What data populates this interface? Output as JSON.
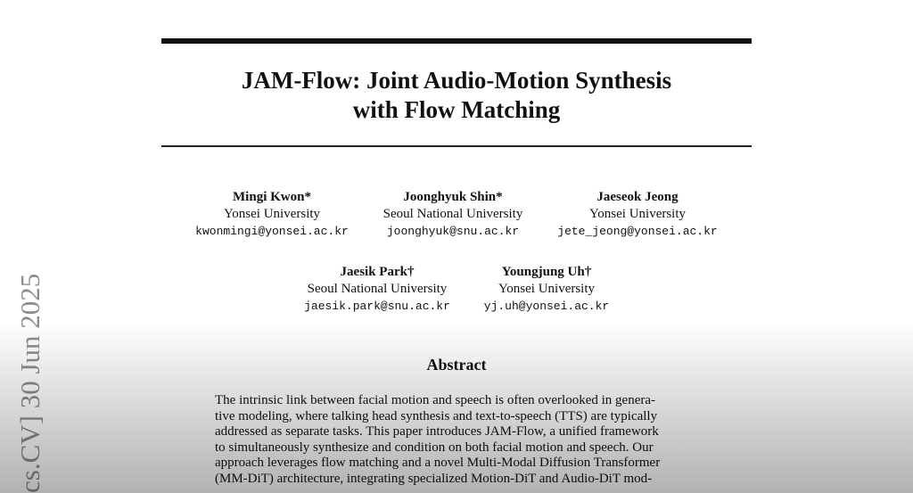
{
  "title": {
    "line1": "JAM-Flow: Joint Audio-Motion Synthesis",
    "line2": "with Flow Matching"
  },
  "authors": [
    {
      "name": "Mingi Kwon*",
      "affiliation": "Yonsei University",
      "email": "kwonmingi@yonsei.ac.kr"
    },
    {
      "name": "Joonghyuk Shin*",
      "affiliation": "Seoul National University",
      "email": "joonghyuk@snu.ac.kr"
    },
    {
      "name": "Jaeseok Jeong",
      "affiliation": "Yonsei University",
      "email": "jete_jeong@yonsei.ac.kr"
    },
    {
      "name": "Jaesik Park†",
      "affiliation": "Seoul National University",
      "email": "jaesik.park@snu.ac.kr"
    },
    {
      "name": "Youngjung Uh†",
      "affiliation": "Yonsei University",
      "email": "yj.uh@yonsei.ac.kr"
    }
  ],
  "abstract": {
    "heading": "Abstract",
    "lines": [
      "The intrinsic link between facial motion and speech is often overlooked in genera-",
      "tive modeling, where talking head synthesis and text-to-speech (TTS) are typically",
      "addressed as separate tasks. This paper introduces JAM-Flow, a unified framework",
      "to simultaneously synthesize and condition on both facial motion and speech. Our",
      "approach leverages flow matching and a novel Multi-Modal Diffusion Transformer",
      "(MM-DiT) architecture, integrating specialized Motion-DiT and Audio-DiT mod-"
    ]
  },
  "arxiv_stamp": "cs.CV]  30 Jun 2025"
}
